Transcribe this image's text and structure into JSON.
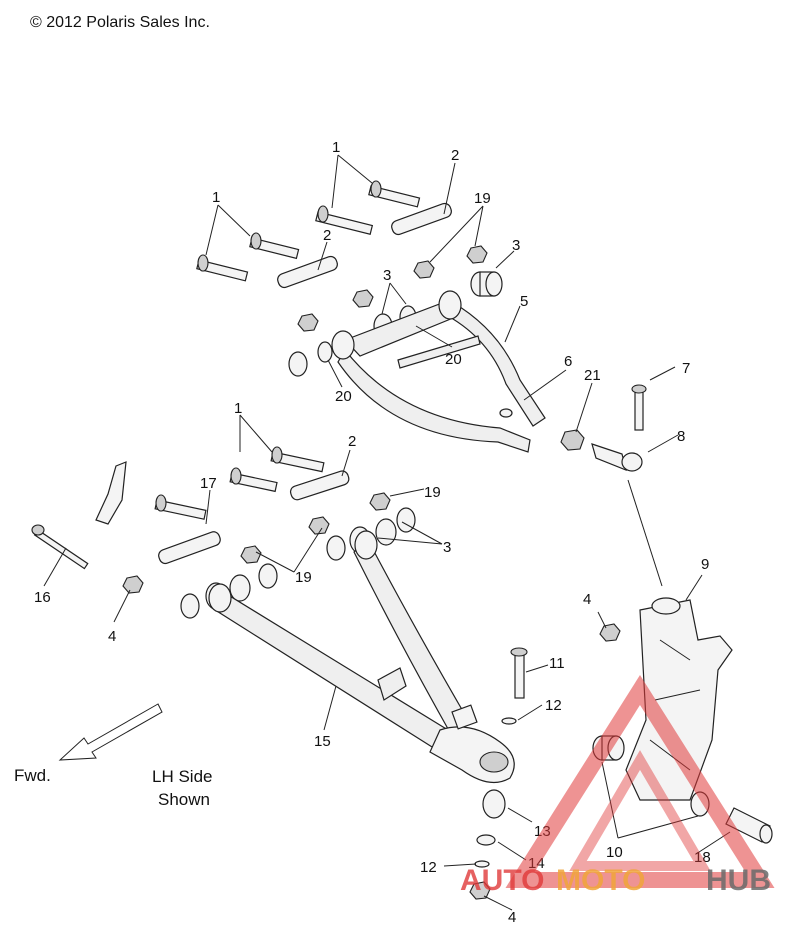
{
  "copyright": "© 2012 Polaris Sales Inc.",
  "direction": {
    "label": "Fwd."
  },
  "side_note": {
    "line1": "LH Side",
    "line2": "Shown"
  },
  "callouts": {
    "c1a": "1",
    "c1b": "1",
    "c1c": "1",
    "c2a": "2",
    "c2b": "2",
    "c2c": "2",
    "c3a": "3",
    "c3b": "3",
    "c3c": "3",
    "c4a": "4",
    "c4b": "4",
    "c4c": "4",
    "c5": "5",
    "c6": "6",
    "c7": "7",
    "c8": "8",
    "c9": "9",
    "c10": "10",
    "c11": "11",
    "c12a": "12",
    "c12b": "12",
    "c13": "13",
    "c14": "14",
    "c15": "15",
    "c16": "16",
    "c17": "17",
    "c18": "18",
    "c19a": "19",
    "c19b": "19",
    "c19c": "19",
    "c20a": "20",
    "c20b": "20",
    "c21": "21"
  },
  "watermark": {
    "part1": "AUTO",
    "part2": "MOTO",
    "part3": "HUB",
    "color_red": "#e03a3a",
    "color_orange": "#f0a43a",
    "color_gray": "#6a6a6a"
  }
}
